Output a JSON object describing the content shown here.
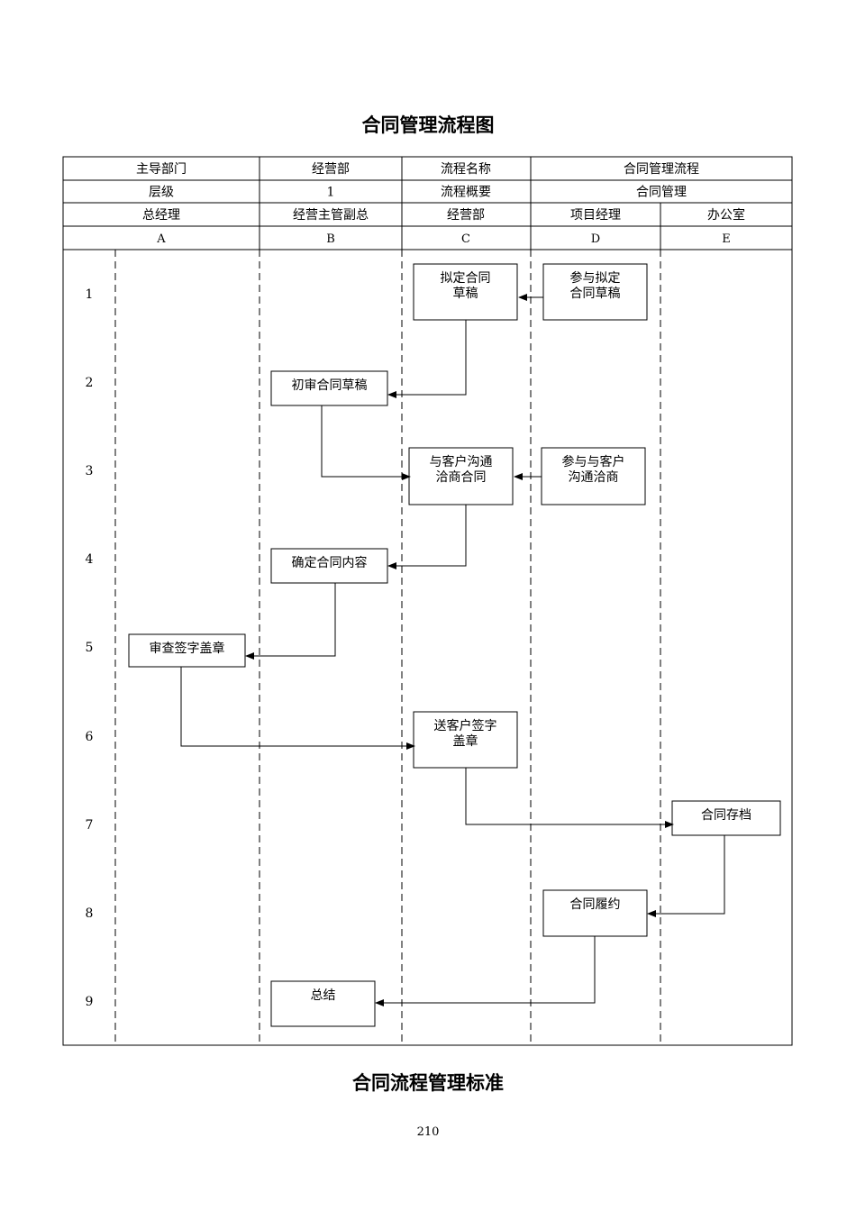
{
  "title": "合同管理流程图",
  "header": {
    "row1": {
      "leading_dept_label": "主导部门",
      "leading_dept_value": "经营部",
      "process_name_label": "流程名称",
      "process_name_value": "合同管理流程"
    },
    "row2": {
      "level_label": "层级",
      "level_value": "1",
      "summary_label": "流程概要",
      "summary_value": "合同管理"
    },
    "roles": [
      "总经理",
      "经营主管副总",
      "经营部",
      "项目经理",
      "办公室"
    ],
    "letters": [
      "A",
      "B",
      "C",
      "D",
      "E"
    ]
  },
  "steps": [
    "1",
    "2",
    "3",
    "4",
    "5",
    "6",
    "7",
    "8",
    "9"
  ],
  "boxes": [
    {
      "id": "draft",
      "lines": [
        "拟定合同",
        "草稿"
      ]
    },
    {
      "id": "join-draft",
      "lines": [
        "参与拟定",
        "合同草稿"
      ]
    },
    {
      "id": "review-draft",
      "lines": [
        "初审合同草稿"
      ]
    },
    {
      "id": "negotiate",
      "lines": [
        "与客户沟通",
        "洽商合同"
      ]
    },
    {
      "id": "join-negotiate",
      "lines": [
        "参与与客户",
        "沟通洽商"
      ]
    },
    {
      "id": "confirm",
      "lines": [
        "确定合同内容"
      ]
    },
    {
      "id": "sign-seal",
      "lines": [
        "审查签字盖章"
      ]
    },
    {
      "id": "client-sign",
      "lines": [
        "送客户签字",
        "盖章"
      ]
    },
    {
      "id": "archive",
      "lines": [
        "合同存档"
      ]
    },
    {
      "id": "perform",
      "lines": [
        "合同履约"
      ]
    },
    {
      "id": "summary",
      "lines": [
        "总结"
      ]
    }
  ],
  "section_title": "合同流程管理标准",
  "page_number": "210"
}
